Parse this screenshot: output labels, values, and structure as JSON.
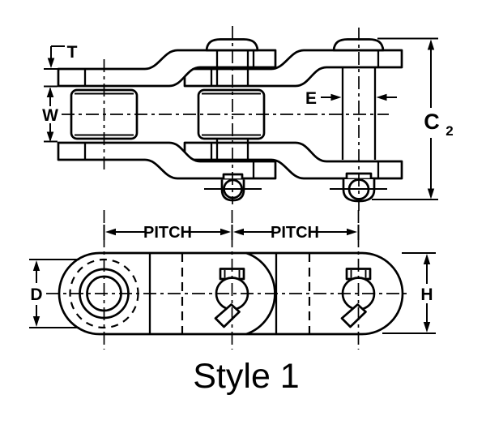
{
  "diagram": {
    "caption": "Style 1",
    "labels": {
      "plate_thickness": "T",
      "inside_width": "W",
      "pin_diameter": "E",
      "pin_length": "C",
      "pin_length_subscript": "2",
      "pitch_left": "PITCH",
      "pitch_right": "PITCH",
      "barrel_diameter": "D",
      "bar_height": "H"
    },
    "colors": {
      "line": "#000000",
      "background": "#ffffff"
    }
  }
}
